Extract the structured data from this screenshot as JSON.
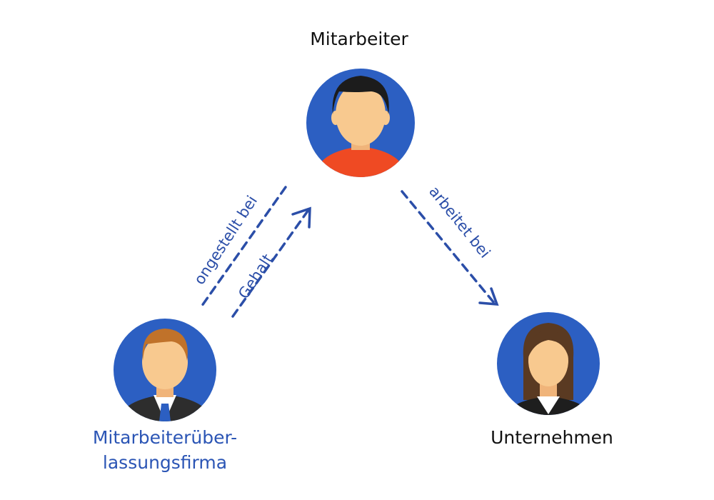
{
  "nodes": {
    "employee": {
      "label": "Mitarbeiter",
      "shirt_color": "#ef4a23",
      "hair_color": "#1c1c1c"
    },
    "agency": {
      "label_line1": "Mitarbeiterüber-",
      "label_line2": "lassungsfirma",
      "label_color": "#2b55b5",
      "hair_color": "#c0722a"
    },
    "company": {
      "label": "Unternehmen",
      "hair_color": "#5a3a22"
    }
  },
  "edges": {
    "employed_by": {
      "label": "ongestellt bei",
      "from": "employee",
      "to": "agency"
    },
    "salary": {
      "label": "Gehalt",
      "from": "agency",
      "to": "employee"
    },
    "works_at": {
      "label": "arbeitet bei",
      "from": "employee",
      "to": "company"
    }
  },
  "colors": {
    "circle": "#2c5fc2",
    "arrow": "#2b4ea8",
    "skin": "#f8c98f",
    "text_dark": "#111111"
  }
}
